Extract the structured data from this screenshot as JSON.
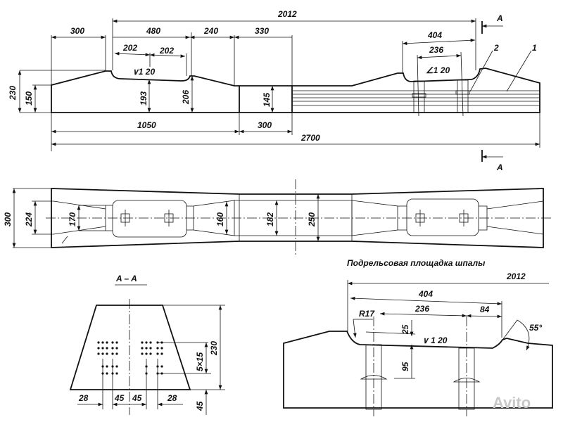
{
  "elevation": {
    "dims": {
      "d2012": "2012",
      "d300": "300",
      "d480": "480",
      "d240": "240",
      "d330": "330",
      "d202a": "202",
      "d202b": "202",
      "d404": "404",
      "d236": "236",
      "d230": "230",
      "d150": "150",
      "d193": "193",
      "d206": "206",
      "d145": "145",
      "d1050": "1050",
      "d300b": "300",
      "d2700": "2700"
    },
    "slope_left": "∨1 20",
    "slope_right": "∠1 20",
    "callout_1": "1",
    "callout_2": "2",
    "section_mark_top": "A",
    "section_mark_bottom": "A"
  },
  "plan": {
    "dims": {
      "d300": "300",
      "d224": "224",
      "d170": "170",
      "d160": "160",
      "d182": "182",
      "d250": "250"
    }
  },
  "section_aa": {
    "title": "A – A",
    "dims": {
      "d230": "230",
      "d5x15": "5×15",
      "d45v": "45",
      "d28a": "28",
      "d45a": "45",
      "d45b": "45",
      "d28b": "28"
    }
  },
  "rail_seat": {
    "title": "Подрельсовая площадка шпалы",
    "dims": {
      "d2012": "2012",
      "d404": "404",
      "d236": "236",
      "d84": "84",
      "r17": "R17",
      "d25": "25",
      "d95": "95",
      "angle": "55°"
    },
    "slope": "∨ 1 20"
  },
  "watermark": "Avito"
}
